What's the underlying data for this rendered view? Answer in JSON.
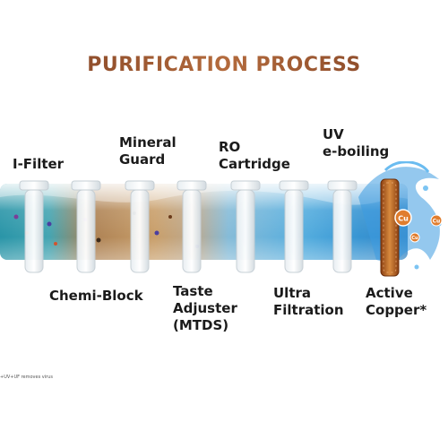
{
  "title": "PURIFICATION PROCESS",
  "stages_top": {
    "i_filter": [
      "I-Filter"
    ],
    "mineral_guard": [
      "Mineral",
      "Guard"
    ],
    "ro_cartridge": [
      "RO",
      "Cartridge"
    ],
    "uv_eboiling": [
      "UV",
      "e-boiling"
    ]
  },
  "stages_bottom": {
    "chemi_block": [
      "Chemi-Block"
    ],
    "taste_adjuster": [
      "Taste",
      "Adjuster",
      "(MTDS)"
    ],
    "ultra_filtration": [
      "Ultra",
      "Filtration"
    ],
    "active_copper": [
      "Active",
      "Copper*"
    ]
  },
  "copper_symbol": "Cu",
  "footnote": "+UV+UF removes virus",
  "colors": {
    "title": "#8a4a2a",
    "water_teal": "#1f8fa6",
    "water_brown": "#b07a3c",
    "water_blue": "#3fa7d8",
    "copper": "#c46a2a"
  },
  "icons": [
    "filter-cartridge-icon",
    "water-splash-icon",
    "copper-ion-icon"
  ]
}
